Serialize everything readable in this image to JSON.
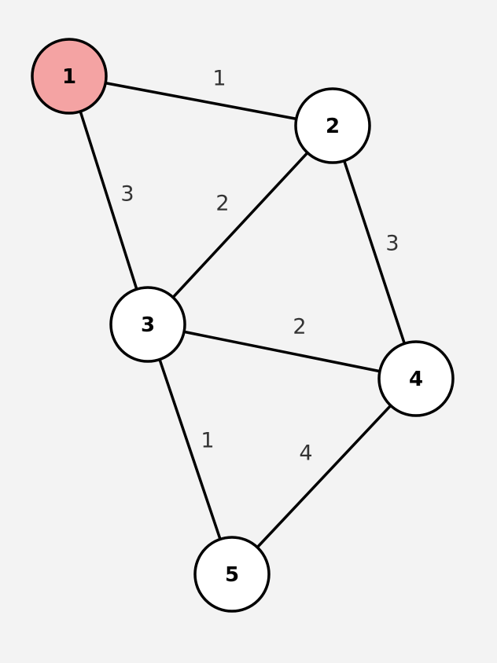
{
  "graph": {
    "nodes": [
      {
        "id": "1",
        "label": "1",
        "fill": "#f4a3a3",
        "highlighted": true
      },
      {
        "id": "2",
        "label": "2",
        "fill": "#ffffff",
        "highlighted": false
      },
      {
        "id": "3",
        "label": "3",
        "fill": "#ffffff",
        "highlighted": false
      },
      {
        "id": "4",
        "label": "4",
        "fill": "#ffffff",
        "highlighted": false
      },
      {
        "id": "5",
        "label": "5",
        "fill": "#ffffff",
        "highlighted": false
      }
    ],
    "edges": [
      {
        "from": "1",
        "to": "2",
        "weight": "1"
      },
      {
        "from": "1",
        "to": "3",
        "weight": "3"
      },
      {
        "from": "2",
        "to": "3",
        "weight": "2"
      },
      {
        "from": "2",
        "to": "4",
        "weight": "3"
      },
      {
        "from": "3",
        "to": "4",
        "weight": "2"
      },
      {
        "from": "3",
        "to": "5",
        "weight": "1"
      },
      {
        "from": "4",
        "to": "5",
        "weight": "4"
      }
    ]
  },
  "colors": {
    "background": "#f3f3f3",
    "stroke": "#000000",
    "highlight": "#f4a3a3",
    "weight_text": "#333333"
  }
}
